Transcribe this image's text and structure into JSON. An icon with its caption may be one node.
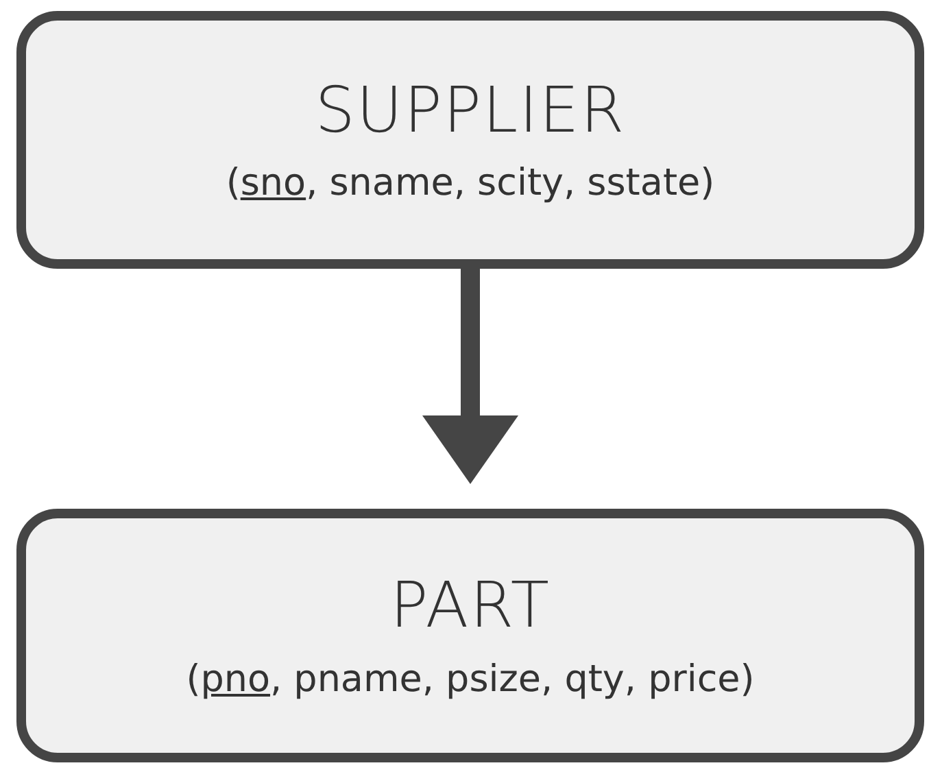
{
  "diagram": {
    "nodes": [
      {
        "text": [
          "SUPPLIER",
          "(sno, sname, scity, sstate)"
        ]
      },
      {
        "text": [
          "PART",
          "(pno, pname, psize, qty, price)"
        ]
      }
    ],
    "edges": [
      {
        "from": 0,
        "to": 1,
        "arrow": "to"
      }
    ]
  }
}
